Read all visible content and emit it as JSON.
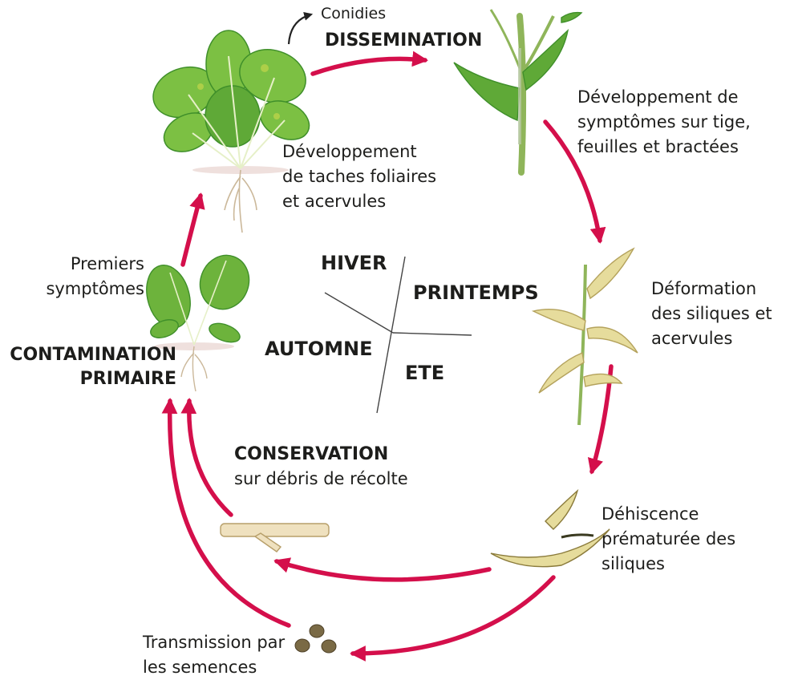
{
  "colors": {
    "arrow": "#d40f4b",
    "leaf_dark": "#3f8f2a",
    "leaf_light": "#7cc043",
    "stem": "#8fb55a",
    "pod": "#e6dc9c",
    "text": "#1d1d1b"
  },
  "labels": {
    "conidies": "Conidies",
    "dissemination": "DISSEMINATION",
    "dev_taches_1": "Développement",
    "dev_taches_2": "de taches foliaires",
    "dev_taches_3": "et acervules",
    "dev_tige_1": "Développement de",
    "dev_tige_2": "symptômes sur tige,",
    "dev_tige_3": "feuilles et bractées",
    "deformation_1": "Déformation",
    "deformation_2": "des siliques et",
    "deformation_3": "acervules",
    "dehiscence_1": "Déhiscence",
    "dehiscence_2": "prématurée des",
    "dehiscence_3": "siliques",
    "transmission_1": "Transmission par",
    "transmission_2": "les semences",
    "conservation_title": "CONSERVATION",
    "conservation_sub": "sur débris de récolte",
    "contamination_1": "CONTAMINATION",
    "contamination_2": "PRIMAIRE",
    "premiers_1": "Premiers",
    "premiers_2": "symptômes"
  },
  "seasons": {
    "hiver": "HIVER",
    "printemps": "PRINTEMPS",
    "automne": "AUTOMNE",
    "ete": "ETE"
  }
}
